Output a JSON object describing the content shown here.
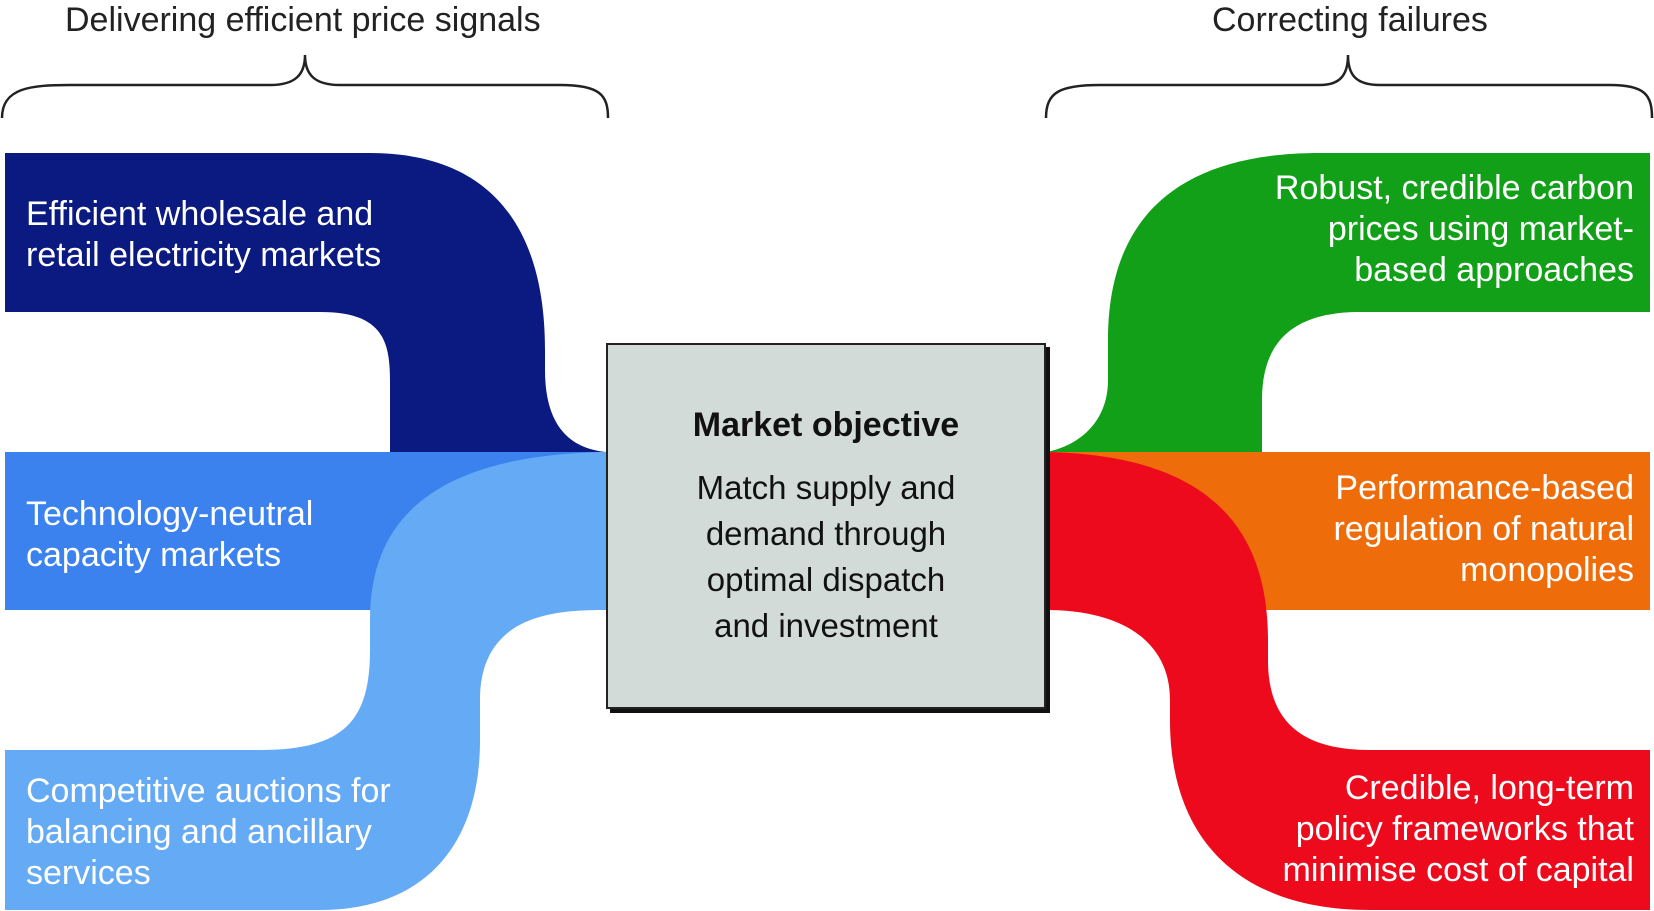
{
  "headers": {
    "left": "Delivering efficient price signals",
    "right": "Correcting failures"
  },
  "center": {
    "title": "Market objective",
    "lines": [
      "Match supply and",
      "demand through",
      "optimal dispatch",
      "and investment"
    ]
  },
  "left_items": [
    {
      "lines": [
        "Efficient wholesale and",
        "retail electricity markets"
      ],
      "color": "#0a1a80"
    },
    {
      "lines": [
        "Technology-neutral",
        "capacity markets"
      ],
      "color": "#3b82ef"
    },
    {
      "lines": [
        "Competitive auctions for",
        "balancing and ancillary",
        "services"
      ],
      "color": "#65aaf5"
    }
  ],
  "right_items": [
    {
      "lines": [
        "Robust, credible carbon",
        "prices using market-",
        "based approaches"
      ],
      "color": "#11a018"
    },
    {
      "lines": [
        "Performance-based",
        "regulation of natural",
        "monopolies"
      ],
      "color": "#ef6c0a"
    },
    {
      "lines": [
        "Credible, long-term",
        "policy frameworks that",
        "minimise cost of capital"
      ],
      "color": "#ed0a1c"
    }
  ]
}
